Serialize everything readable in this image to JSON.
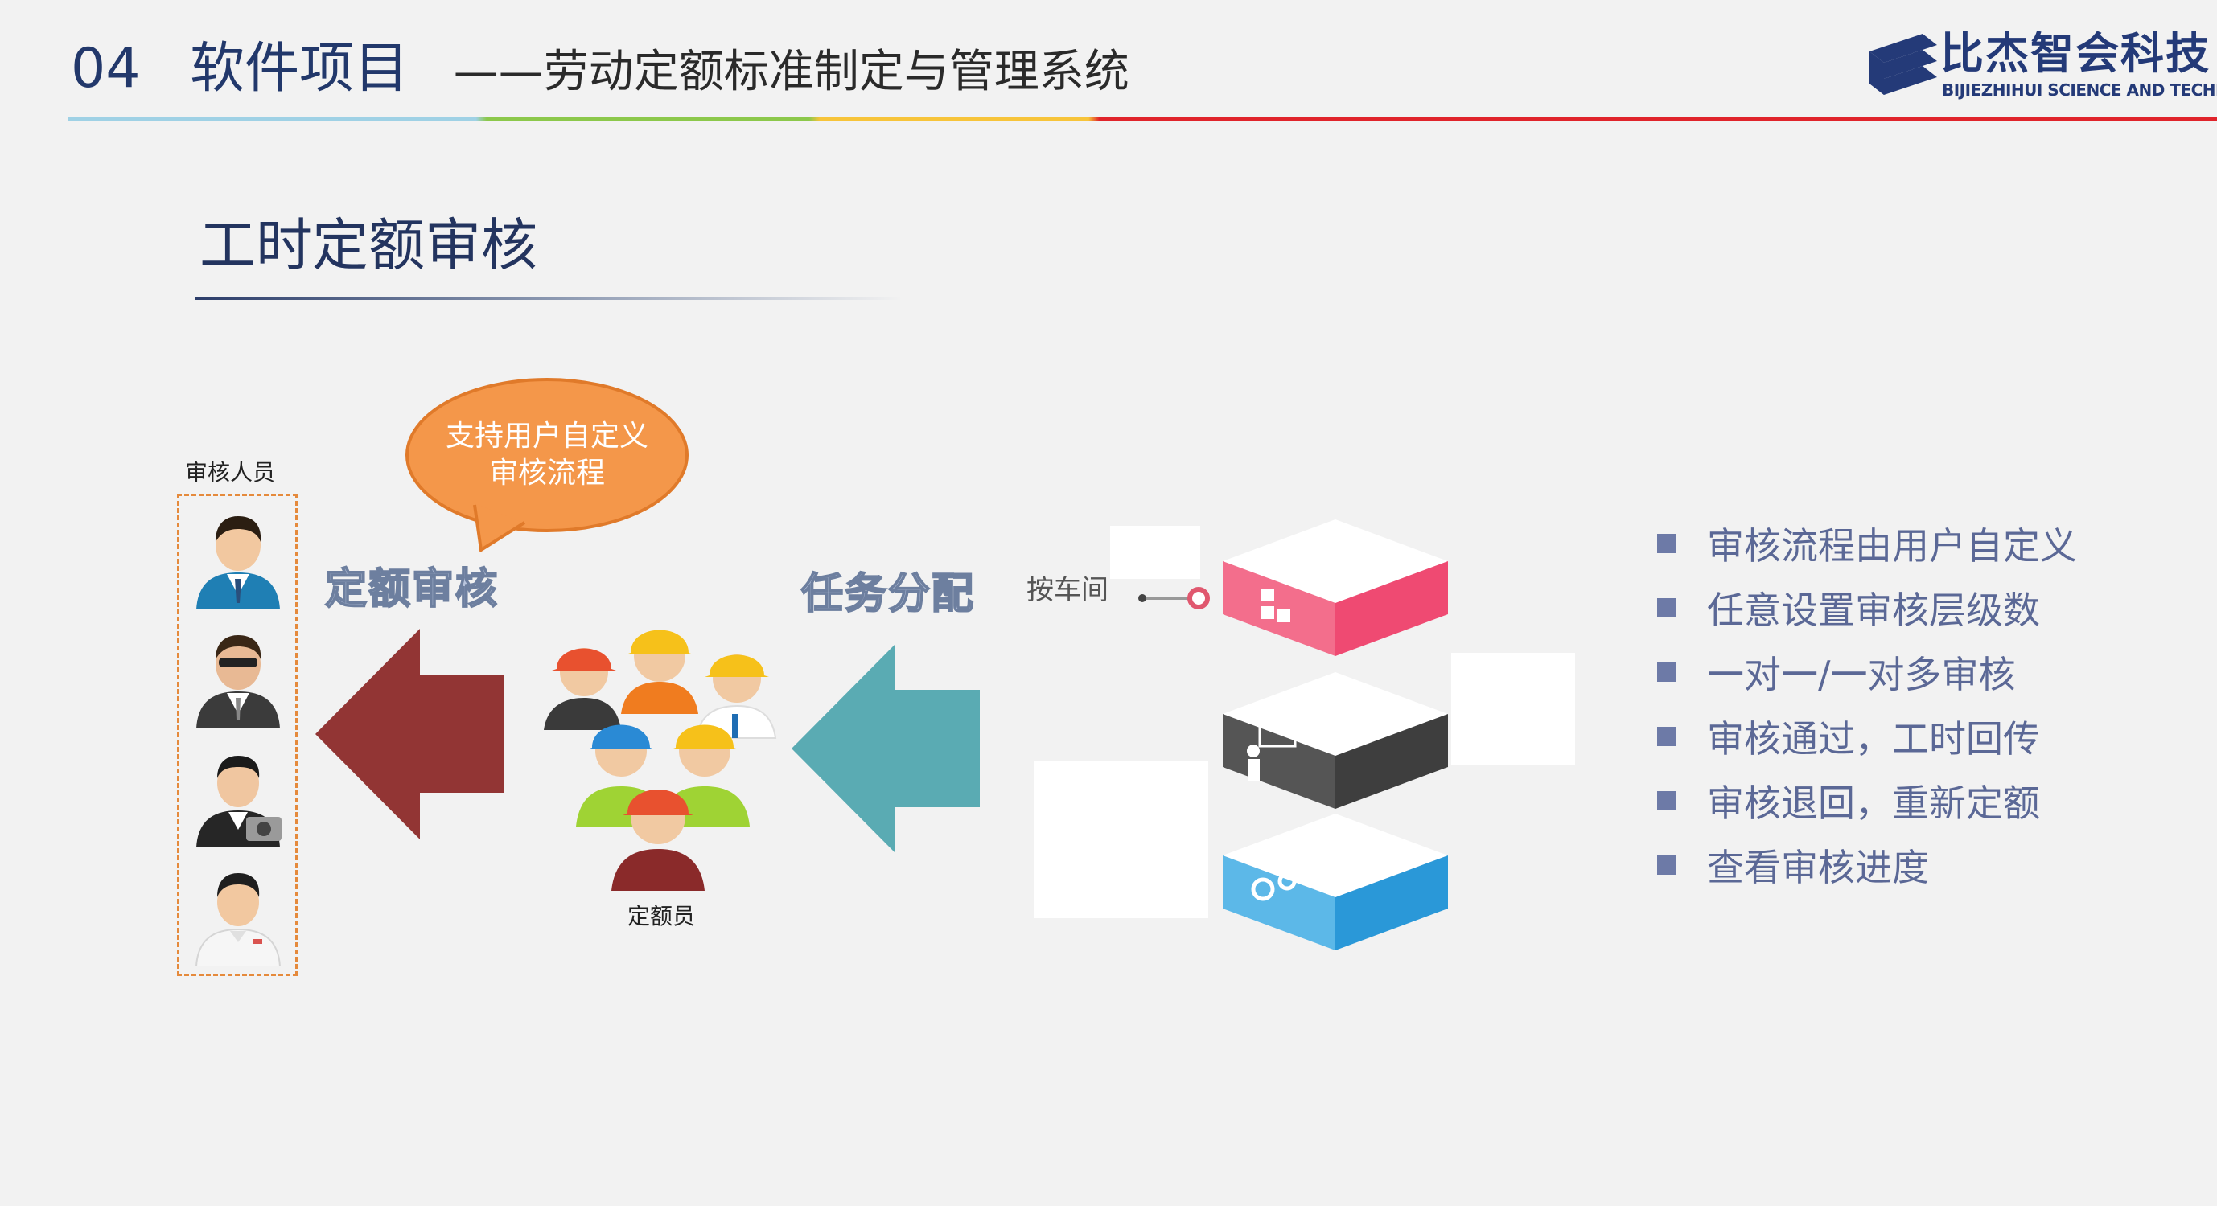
{
  "header": {
    "section_number": "04",
    "project": "软件项目",
    "subtitle": "——劳动定额标准制定与管理系统"
  },
  "logo": {
    "name": "比杰智会科技",
    "english": "BIJIEZHIHUI SCIENCE AND TECHNOLOGY"
  },
  "section": {
    "title": "工时定额审核"
  },
  "diagram": {
    "reviewers_label": "审核人员",
    "callout_text": "支持用户自定义审核流程",
    "review_arrow_label": "定额审核",
    "assign_arrow_label": "任务分配",
    "workers_label": "定额员",
    "workshop_label": "按车间",
    "colors": {
      "review_arrow": "#923534",
      "assign_arrow": "#5aabb3",
      "callout": "#f4974a",
      "cube_pink": "#ef4a72",
      "cube_dark": "#3e3e3e",
      "cube_blue": "#2a98d8"
    }
  },
  "features": [
    "审核流程由用户自定义",
    "任意设置审核层级数",
    "一对一/一对多审核",
    "审核通过，工时回传",
    "审核退回，重新定额",
    "查看审核进度"
  ]
}
